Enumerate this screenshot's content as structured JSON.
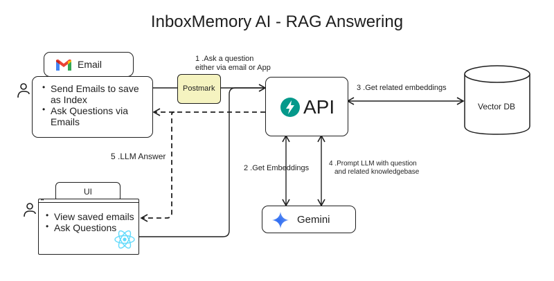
{
  "title": "InboxMemory AI - RAG Answering",
  "nodes": {
    "email_tab": {
      "label": "Email",
      "icon": "gmail-icon"
    },
    "email_box": {
      "items": [
        "Send Emails to save as Index",
        "Ask Questions via Emails"
      ]
    },
    "postmark": {
      "label": "Postmark",
      "fill": "#f5f3c0"
    },
    "api": {
      "label": "API",
      "icon": "fastapi-icon",
      "icon_color": "#05998b"
    },
    "vector_db": {
      "label": "Vector DB"
    },
    "gemini": {
      "label": "Gemini",
      "icon": "gemini-sparkle-icon",
      "icon_color": "#3f7cf4"
    },
    "ui_tab": {
      "label": "UI"
    },
    "ui_box": {
      "items": [
        "View saved emails",
        "Ask Questions"
      ],
      "icon": "react-icon",
      "icon_color": "#61dafb"
    }
  },
  "edges": {
    "step1": {
      "line1": "1 .Ask a question",
      "line2": "either via email or App"
    },
    "step2": "2 .Get Embeddings",
    "step3": "3 .Get related embeddings",
    "step4": {
      "line1": "4 .Prompt LLM with question",
      "line2": "and related knowledgebase"
    },
    "step5": "5 .LLM Answer"
  }
}
